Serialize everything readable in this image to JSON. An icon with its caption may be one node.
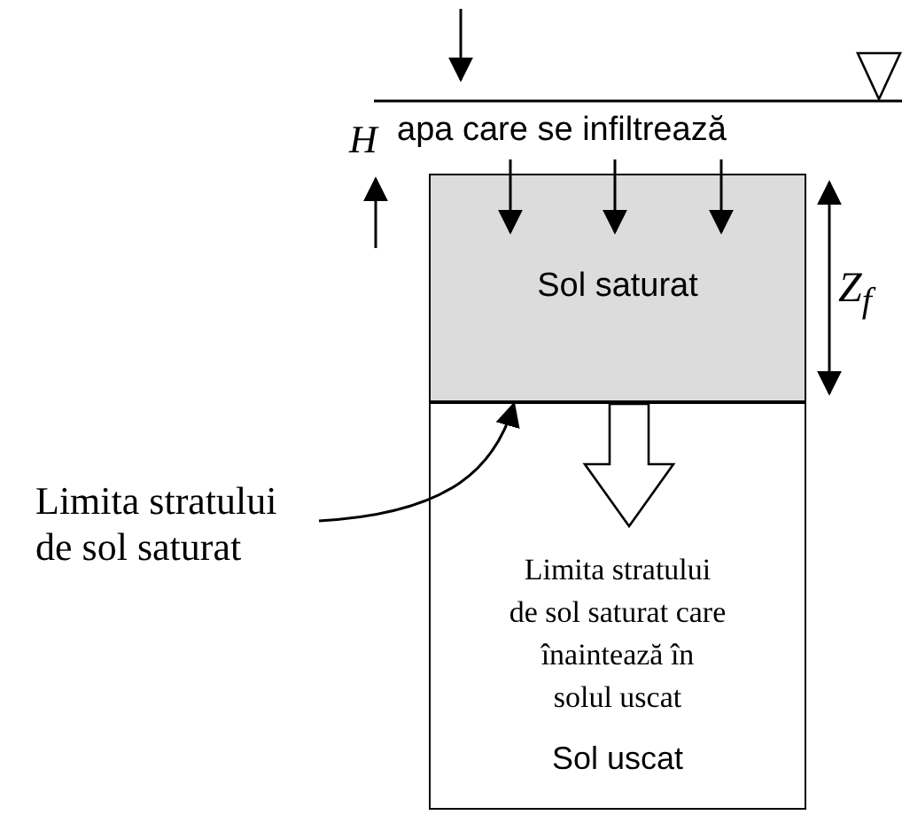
{
  "diagram": {
    "nodes": [
      {
        "text": [
          "Sol saturat"
        ]
      },
      {
        "text": [
          "Limita stratului de sol saturat care înaintează în solul uscat",
          "Sol uscat"
        ]
      },
      {
        "text": [
          "Limita stratului de sol saturat"
        ]
      }
    ],
    "edges": [
      {
        "from": 2,
        "to": 0,
        "arrow": "to"
      }
    ],
    "labels": [
      "H",
      "apa care se infiltrează",
      "Z$_{f}$"
    ]
  }
}
